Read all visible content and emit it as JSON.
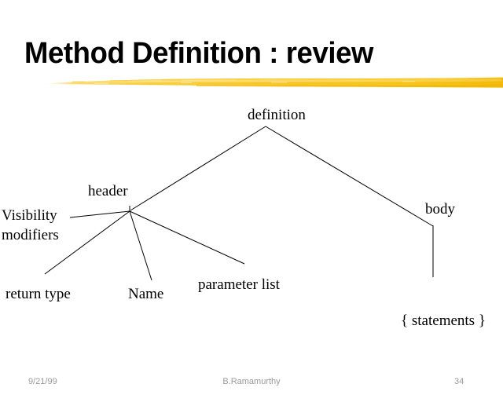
{
  "slide": {
    "title": "Method Definition : review",
    "accent_color": "#f5c323",
    "text_color": "#000000",
    "background_color": "#ffffff",
    "footer_color": "#9a9a9a"
  },
  "diagram": {
    "type": "tree",
    "nodes": [
      {
        "id": "definition",
        "label": "definition"
      },
      {
        "id": "header",
        "label": "header"
      },
      {
        "id": "body",
        "label": "body"
      },
      {
        "id": "visibility",
        "label": "Visibility modifiers"
      },
      {
        "id": "return_type",
        "label": "return type"
      },
      {
        "id": "name",
        "label": "Name"
      },
      {
        "id": "param_list",
        "label": "parameter list"
      },
      {
        "id": "statements",
        "label": "{ statements }"
      }
    ],
    "labels": {
      "definition": "definition",
      "header": "header",
      "body": "body",
      "visibility_line1": "Visibility",
      "visibility_line2": "modifiers",
      "return_type": "return type",
      "name": "Name",
      "parameter_list": "parameter list",
      "statements": "{ statements }"
    },
    "edges": [
      {
        "from": "definition",
        "to": "header"
      },
      {
        "from": "definition",
        "to": "body"
      },
      {
        "from": "header",
        "to": "visibility"
      },
      {
        "from": "header",
        "to": "return_type"
      },
      {
        "from": "header",
        "to": "name"
      },
      {
        "from": "header",
        "to": "param_list"
      },
      {
        "from": "body",
        "to": "statements"
      }
    ]
  },
  "footer": {
    "date": "9/21/99",
    "author": "B.Ramamurthy",
    "page": "34"
  }
}
